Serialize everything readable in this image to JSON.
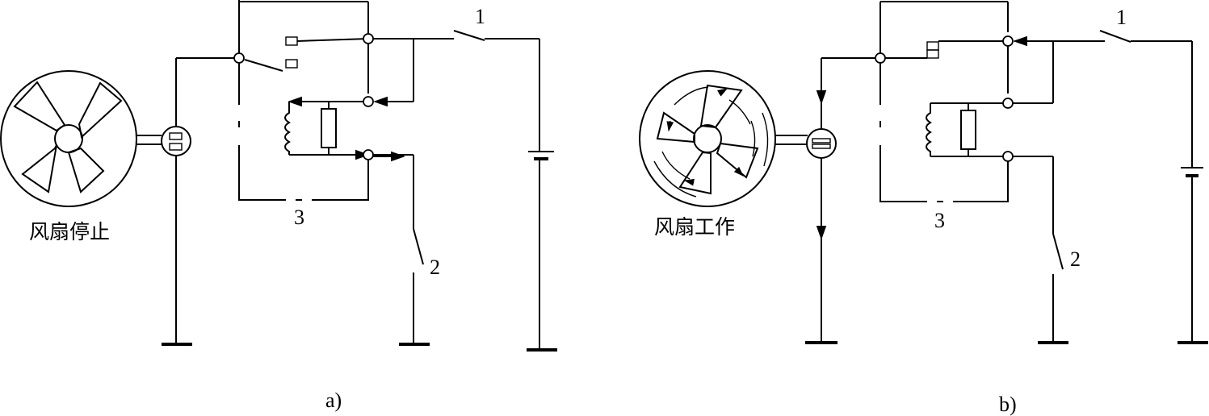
{
  "panels": [
    {
      "id": "a",
      "caption": "a)",
      "fan_label": "风扇停止",
      "labels": {
        "switch1": "1",
        "switch2": "2",
        "relay": "3"
      }
    },
    {
      "id": "b",
      "caption": "b)",
      "fan_label": "风扇工作",
      "labels": {
        "switch1": "1",
        "switch2": "2",
        "relay": "3"
      }
    }
  ]
}
